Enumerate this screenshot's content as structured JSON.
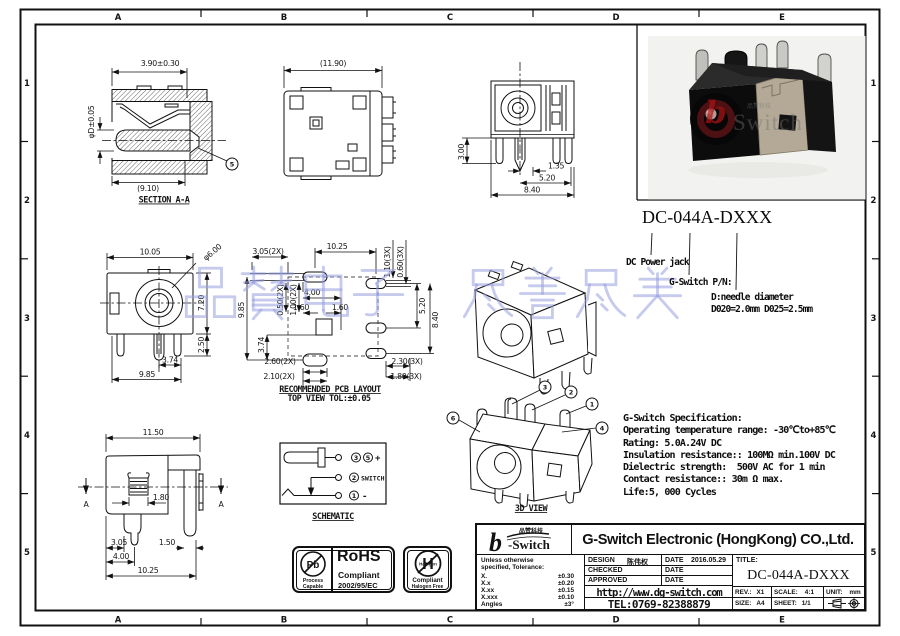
{
  "drawing": {
    "grid": {
      "cols": [
        "A",
        "B",
        "C",
        "D",
        "E"
      ],
      "rows": [
        "1",
        "2",
        "3",
        "4",
        "5"
      ]
    },
    "watermark_text": "品赞电子 尽善尽美"
  },
  "views": {
    "section": {
      "caption": "SECTION A-A",
      "dim_top": "3.90±0.30",
      "dim_left": "φD±0.05",
      "dim_bottom": "(9.10)",
      "balloon": "5"
    },
    "top": {
      "dim_width": "(11.90)"
    },
    "rear": {
      "dim_pin": "3.00",
      "dim_offset": "1.35",
      "dim_span": "5.20",
      "dim_width": "8.40"
    },
    "front": {
      "dim_width": "10.05",
      "dim_dia": "φ6.00",
      "dim_height": "7.20",
      "dim_leg": "2.50",
      "dim_pin": "3.74",
      "dim_bottom": "9.85"
    },
    "side": {
      "dim_width": "11.50",
      "dim_slot": "1.80",
      "dim_305": "3.05",
      "dim_400": "4.00",
      "dim_150": "1.50",
      "dim_1025": "10.25",
      "arrow_label": "A"
    },
    "pcb": {
      "caption1": "RECOMMENDED PCB LAYOUT",
      "caption2": "TOP VIEW TOL:±0.05",
      "d305": "3.05(2X)",
      "d1025": "10.25",
      "d110": "1.10(3X)",
      "d060": "0.60(3X)",
      "d050": "0.50(2X)",
      "d100": "1.00(2X)",
      "d400": "4.00",
      "d160a": "1.60",
      "d160b": "1.60",
      "d985": "9.85",
      "d374": "3.74",
      "d520": "5.20",
      "d840": "8.40",
      "d260": "2.60(2X)",
      "d210": "2.10(2X)",
      "d230": "2.30(3X)",
      "d180": "1.80(3X)"
    },
    "three_d": {
      "caption": "3D VIEW",
      "balloons": {
        "b1": "1",
        "b2": "2",
        "b3": "3",
        "b4": "4",
        "b6": "6"
      }
    },
    "schematic": {
      "caption": "SCHEMATIC",
      "pin3": "3",
      "pin5": "5",
      "plus": "+",
      "pin2": "2",
      "switch_label": "SWITCH",
      "pin1": "1",
      "minus": "-"
    }
  },
  "photo": {
    "brand_b": "b",
    "brand_switch": "Switch",
    "brand_cjk": "品赞科技"
  },
  "part_number": {
    "value": "DC-044A-DXXX",
    "callout1": "DC Power jack",
    "callout2": "G-Switch P/N:",
    "callout3a": "D:needle diameter",
    "callout3b": "D020=2.0mm D025=2.5mm"
  },
  "spec": {
    "lines": [
      "G-Switch Specification:",
      "Operating temperature range: -30℃to+85℃",
      "Rating: 5.0A.24V DC",
      "Insulation resistance:: 100MΩ min.100V DC",
      "Dielectric strength:  500V AC for 1 min",
      "Contact resistance:: 30m Ω max.",
      "Life:5, 000 Cycles"
    ]
  },
  "badges": {
    "pb": {
      "symbol": "Pb",
      "line1": "Process",
      "line2": "Capable"
    },
    "rohs": {
      "title": "RoHS",
      "line1": "Compliant",
      "line2": "2002/95/EC"
    },
    "halogen": {
      "symbol": "H",
      "overlay": "Halogen",
      "line1": "Compliant",
      "line2": "Halogen Free"
    }
  },
  "title_block": {
    "logo": {
      "b": "b",
      "switch": "-Switch",
      "cjk": "品赞科技"
    },
    "company": "G-Switch Electronic (HongKong) CO.,Ltd.",
    "tolerance": {
      "h1": "Unless otherwise",
      "h2": "specified, Tolerance:",
      "rows": [
        [
          "X.",
          "±0.30"
        ],
        [
          "X.x",
          "±0.20"
        ],
        [
          "X.xx",
          "±0.15"
        ],
        [
          "X.xxx",
          "±0.10"
        ],
        [
          "Angles",
          "±3°"
        ]
      ]
    },
    "design_label": "DESIGN",
    "designer": "陈伟权",
    "checked_label": "CHECKED",
    "approved_label": "APPROVED",
    "date_label": "DATE",
    "design_date": "2016.05.29",
    "url": "http://www.dg-switch.com",
    "tel": "TEL:0769-82388879",
    "title_label": "TITLE:",
    "part_no": "DC-044A-DXXX",
    "rev_label": "REV.:",
    "rev": "X1",
    "scale_label": "SCALE:",
    "scale": "4:1",
    "unit_label": "UNIT:",
    "unit": "mm",
    "size_label": "SIZE:",
    "size": "A4",
    "sheet_label": "SHEET:",
    "sheet": "1/1"
  }
}
